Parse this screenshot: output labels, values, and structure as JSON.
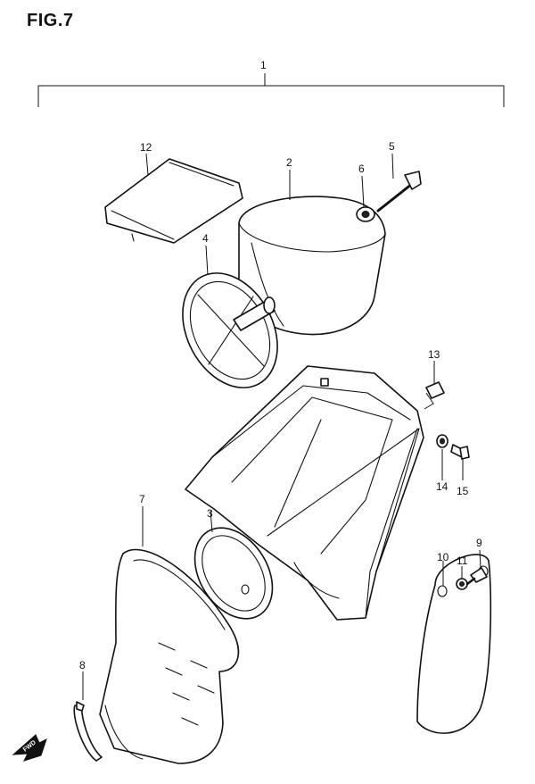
{
  "figure": {
    "title": "FIG.7",
    "fwd_badge": "FWD"
  },
  "callouts": [
    {
      "id": "1",
      "label": "1"
    },
    {
      "id": "2",
      "label": "2"
    },
    {
      "id": "3",
      "label": "3"
    },
    {
      "id": "4",
      "label": "4"
    },
    {
      "id": "5",
      "label": "5"
    },
    {
      "id": "6",
      "label": "6"
    },
    {
      "id": "7",
      "label": "7"
    },
    {
      "id": "8",
      "label": "8"
    },
    {
      "id": "9",
      "label": "9"
    },
    {
      "id": "10",
      "label": "10"
    },
    {
      "id": "11",
      "label": "11"
    },
    {
      "id": "12",
      "label": "12"
    },
    {
      "id": "13",
      "label": "13"
    },
    {
      "id": "14",
      "label": "14"
    },
    {
      "id": "15",
      "label": "15"
    }
  ]
}
